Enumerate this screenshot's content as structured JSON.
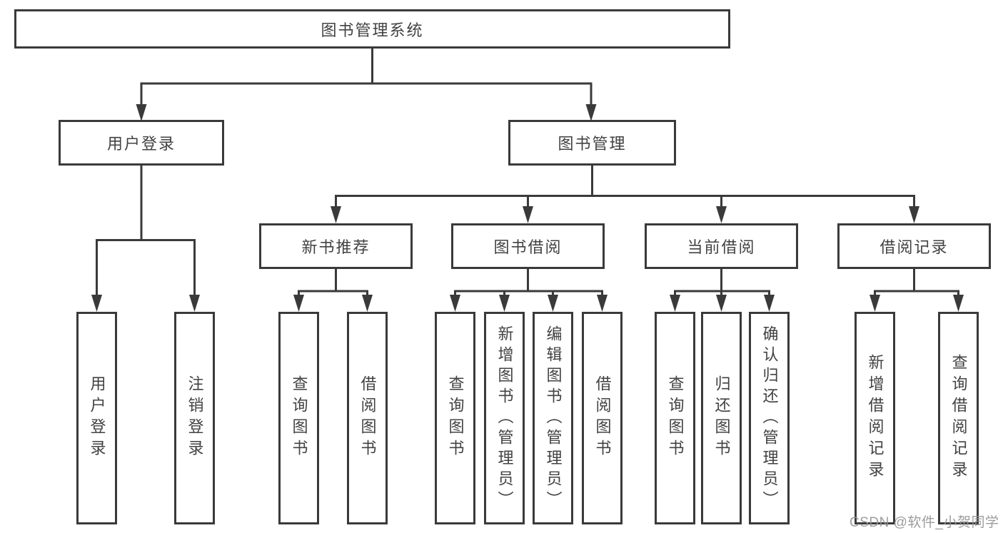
{
  "tree": {
    "label": "图书管理系统",
    "children": [
      {
        "label": "用户登录",
        "children": [
          {
            "label": "用户登录"
          },
          {
            "label": "注销登录"
          }
        ]
      },
      {
        "label": "图书管理",
        "children": [
          {
            "label": "新书推荐",
            "children": [
              {
                "label": "查询图书"
              },
              {
                "label": "借阅图书"
              }
            ]
          },
          {
            "label": "图书借阅",
            "children": [
              {
                "label": "查询图书"
              },
              {
                "label": "新增图书（管理员）"
              },
              {
                "label": "编辑图书（管理员）"
              },
              {
                "label": "借阅图书"
              }
            ]
          },
          {
            "label": "当前借阅",
            "children": [
              {
                "label": "查询图书"
              },
              {
                "label": "归还图书"
              },
              {
                "label": "确认归还（管理员）"
              }
            ]
          },
          {
            "label": "借阅记录",
            "children": [
              {
                "label": "新增借阅记录"
              },
              {
                "label": "查询借阅记录"
              }
            ]
          }
        ]
      }
    ]
  },
  "watermark": "CSDN @软件_小贺同学",
  "colors": {
    "line": "#3a3a3a",
    "text": "#424242",
    "watermark": "#949494",
    "background": "#ffffff"
  }
}
